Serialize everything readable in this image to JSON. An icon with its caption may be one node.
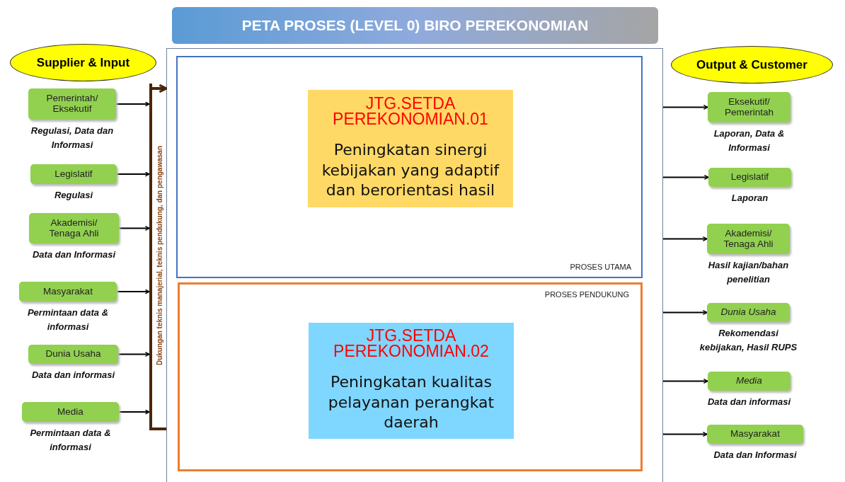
{
  "diagram": {
    "title": "PETA PROSES (LEVEL 0) BIRO PEREKONOMIAN",
    "nodes": [
      {
        "text": [
          "Supplier & Input"
        ]
      },
      {
        "text": [
          "Output & Customer"
        ]
      },
      {
        "text": [
          "Pemerintah/ Eksekutif"
        ],
        "beside": [
          "Regulasi, Data dan Informasi"
        ]
      },
      {
        "text": [
          "Legislatif"
        ],
        "beside": [
          "Regulasi"
        ]
      },
      {
        "text": [
          "Akademisi/ Tenaga Ahli"
        ],
        "beside": [
          "Data dan Informasi"
        ]
      },
      {
        "text": [
          "Masyarakat"
        ],
        "beside": [
          "Permintaan data & informasi"
        ]
      },
      {
        "text": [
          "Dunia Usaha"
        ],
        "beside": [
          "Data dan informasi"
        ]
      },
      {
        "text": [
          "Media"
        ],
        "beside": [
          "Permintaan data & informasi"
        ]
      },
      {
        "text": [
          "Dukungan teknis manajerial, teknis pendukung, dan pengawasan"
        ]
      },
      {
        "text": [],
        "shape": "box"
      },
      {
        "text": [
          "PROSES UTAMA"
        ],
        "in": 9
      },
      {
        "text": [
          "JTG.SETDA PEREKONOMIAN.01",
          "Peningkatan sinergi kebijakan yang adaptif dan berorientasi hasil"
        ],
        "in": 10
      },
      {
        "text": [
          "PROSES PENDUKUNG"
        ],
        "in": 9
      },
      {
        "text": [
          "JTG.SETDA PEREKONOMIAN.02",
          "Peningkatan kualitas pelayanan perangkat daerah"
        ],
        "in": 12
      },
      {
        "text": [
          "Eksekutif/ Pemerintah"
        ],
        "beside": [
          "Laporan, Data & Informasi"
        ]
      },
      {
        "text": [
          "Legislatif"
        ],
        "beside": [
          "Laporan"
        ]
      },
      {
        "text": [
          "Akademisi/ Tenaga Ahli"
        ],
        "beside": [
          "Hasil kajian/bahan penelitian"
        ]
      },
      {
        "text": [
          "Dunia Usaha"
        ],
        "beside": [
          "Rekomendasi kebijakan, Hasil RUPS"
        ]
      },
      {
        "text": [
          "Media"
        ],
        "beside": [
          "Data dan informasi"
        ]
      },
      {
        "text": [
          "Masyarakat"
        ],
        "beside": [
          "Data dan Informasi"
        ]
      }
    ],
    "edges": [
      {
        "from": 2,
        "to": 8,
        "arrow": "to"
      },
      {
        "from": 3,
        "to": 8,
        "arrow": "to"
      },
      {
        "from": 4,
        "to": 8,
        "arrow": "to"
      },
      {
        "from": 5,
        "to": 8,
        "arrow": "to"
      },
      {
        "from": 6,
        "to": 8,
        "arrow": "to"
      },
      {
        "from": 7,
        "to": 8,
        "arrow": "to"
      },
      {
        "from": 8,
        "to": 9,
        "arrow": "to",
        "style": "thick",
        "color": "#4a2608"
      },
      {
        "from": 9,
        "to": 14,
        "arrow": "to"
      },
      {
        "from": 9,
        "to": 15,
        "arrow": "to"
      },
      {
        "from": 9,
        "to": 16,
        "arrow": "to"
      },
      {
        "from": 9,
        "to": 17,
        "arrow": "to"
      },
      {
        "from": 9,
        "to": 18,
        "arrow": "to"
      },
      {
        "from": 9,
        "to": 19,
        "arrow": "to"
      }
    ]
  }
}
